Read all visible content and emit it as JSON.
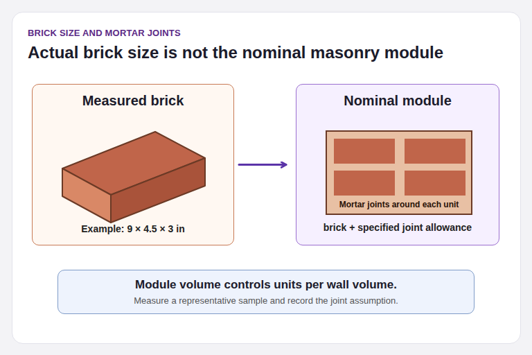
{
  "diagram": {
    "title": "Actual brick size is not the nominal masonry module",
    "nodes": [
      {
        "text": [
          "Measured brick",
          "Example: 9 × 4.5 × 3 in"
        ]
      },
      {
        "text": [
          "Nominal module",
          "brick + specified joint allowance"
        ]
      },
      {
        "text": [
          "Mortar joints around each unit"
        ],
        "in": 1
      },
      {
        "text": [
          "Module volume controls units per wall volume.",
          "Measure a representative sample and record the joint assumption."
        ]
      }
    ],
    "edges": [
      {
        "from": 0,
        "to": 1,
        "arrow": "to"
      }
    ],
    "labels": [
      "BRICK SIZE AND MORTAR JOINTS"
    ]
  }
}
